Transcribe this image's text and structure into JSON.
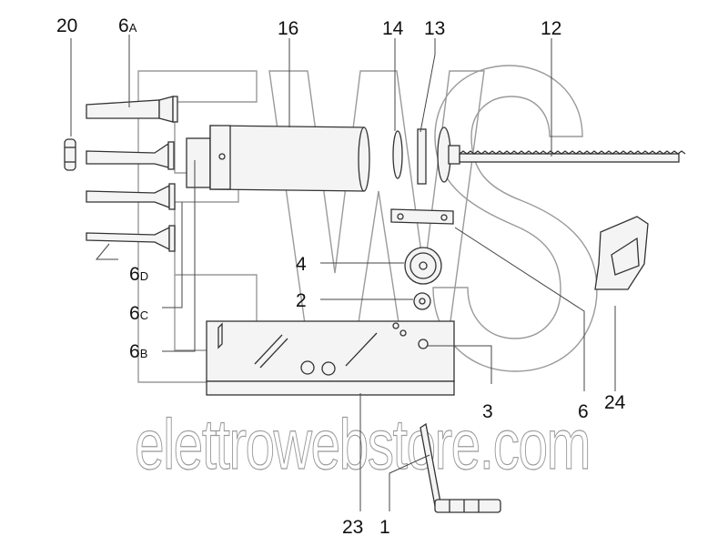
{
  "watermark": {
    "logo": "EWS",
    "site": "elettrowebstore.com"
  },
  "labels": {
    "l20": "20",
    "l6a_num": "6",
    "l6a_sub": "A",
    "l16": "16",
    "l14": "14",
    "l13": "13",
    "l12": "12",
    "l4": "4",
    "l2": "2",
    "l6d_num": "6",
    "l6d_sub": "D",
    "l6c_num": "6",
    "l6c_sub": "C",
    "l6b_num": "6",
    "l6b_sub": "B",
    "l3": "3",
    "l6": "6",
    "l24": "24",
    "l23": "23",
    "l1": "1"
  }
}
